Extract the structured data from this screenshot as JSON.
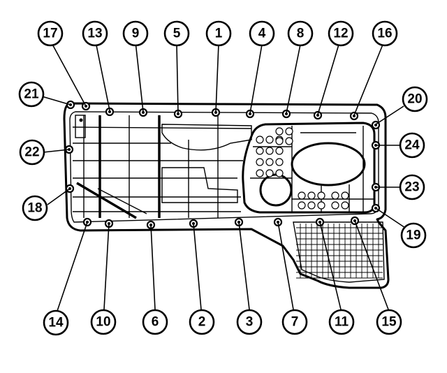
{
  "callouts": [
    {
      "id": "c17",
      "label": "17"
    },
    {
      "id": "c13",
      "label": "13"
    },
    {
      "id": "c9",
      "label": "9"
    },
    {
      "id": "c5",
      "label": "5"
    },
    {
      "id": "c1",
      "label": "1"
    },
    {
      "id": "c4",
      "label": "4"
    },
    {
      "id": "c8",
      "label": "8"
    },
    {
      "id": "c12",
      "label": "12"
    },
    {
      "id": "c16",
      "label": "16"
    },
    {
      "id": "c21",
      "label": "21"
    },
    {
      "id": "c20",
      "label": "20"
    },
    {
      "id": "c22",
      "label": "22"
    },
    {
      "id": "c24",
      "label": "24"
    },
    {
      "id": "c18",
      "label": "18"
    },
    {
      "id": "c23",
      "label": "23"
    },
    {
      "id": "c19",
      "label": "19"
    },
    {
      "id": "c14",
      "label": "14"
    },
    {
      "id": "c10",
      "label": "10"
    },
    {
      "id": "c6",
      "label": "6"
    },
    {
      "id": "c2",
      "label": "2"
    },
    {
      "id": "c3",
      "label": "3"
    },
    {
      "id": "c7",
      "label": "7"
    },
    {
      "id": "c11",
      "label": "11"
    },
    {
      "id": "c15",
      "label": "15"
    }
  ],
  "colors": {
    "ink": "#000000",
    "paper": "#ffffff"
  }
}
